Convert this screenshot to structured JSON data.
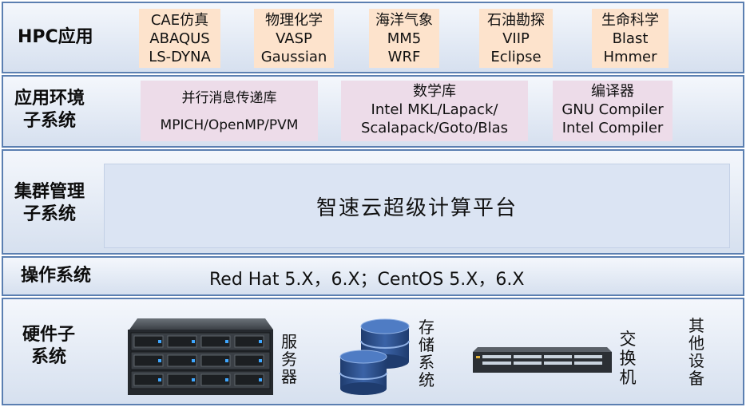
{
  "layers": {
    "hpc": {
      "label": "HPC应用",
      "items": [
        "CAE仿真\nABAQUS\nLS-DYNA",
        "物理化学\nVASP\nGaussian",
        "海洋气象\nMM5\nWRF",
        "石油勘探\nVIIP\nEclipse",
        "生命科学\nBlast\nHmmer"
      ]
    },
    "env": {
      "label": "应用环境\n子系统",
      "items": [
        "并行消息传递库\n\nMPICH/OpenMP/PVM",
        "数学库\nIntel MKL/Lapack/\nScalapack/Goto/Blas",
        "编译器\nGNU Compiler\nIntel Compiler"
      ]
    },
    "cluster": {
      "label": "集群管理\n子系统",
      "platform": "智速云超级计算平台"
    },
    "os": {
      "label": "操作系统",
      "text": "Red Hat 5.X，6.X；CentOS 5.X，6.X"
    },
    "hardware": {
      "label": "硬件子\n系统",
      "server": "服务器",
      "storage": "存储系统",
      "switch": "交换机",
      "other": "其他设备"
    }
  },
  "colors": {
    "layer_border": "#5b7fb1",
    "hpc_box": "#fde3cc",
    "env_box": "#eddce9",
    "platform": "#dbe4f3",
    "storage": "#2f4f86"
  }
}
